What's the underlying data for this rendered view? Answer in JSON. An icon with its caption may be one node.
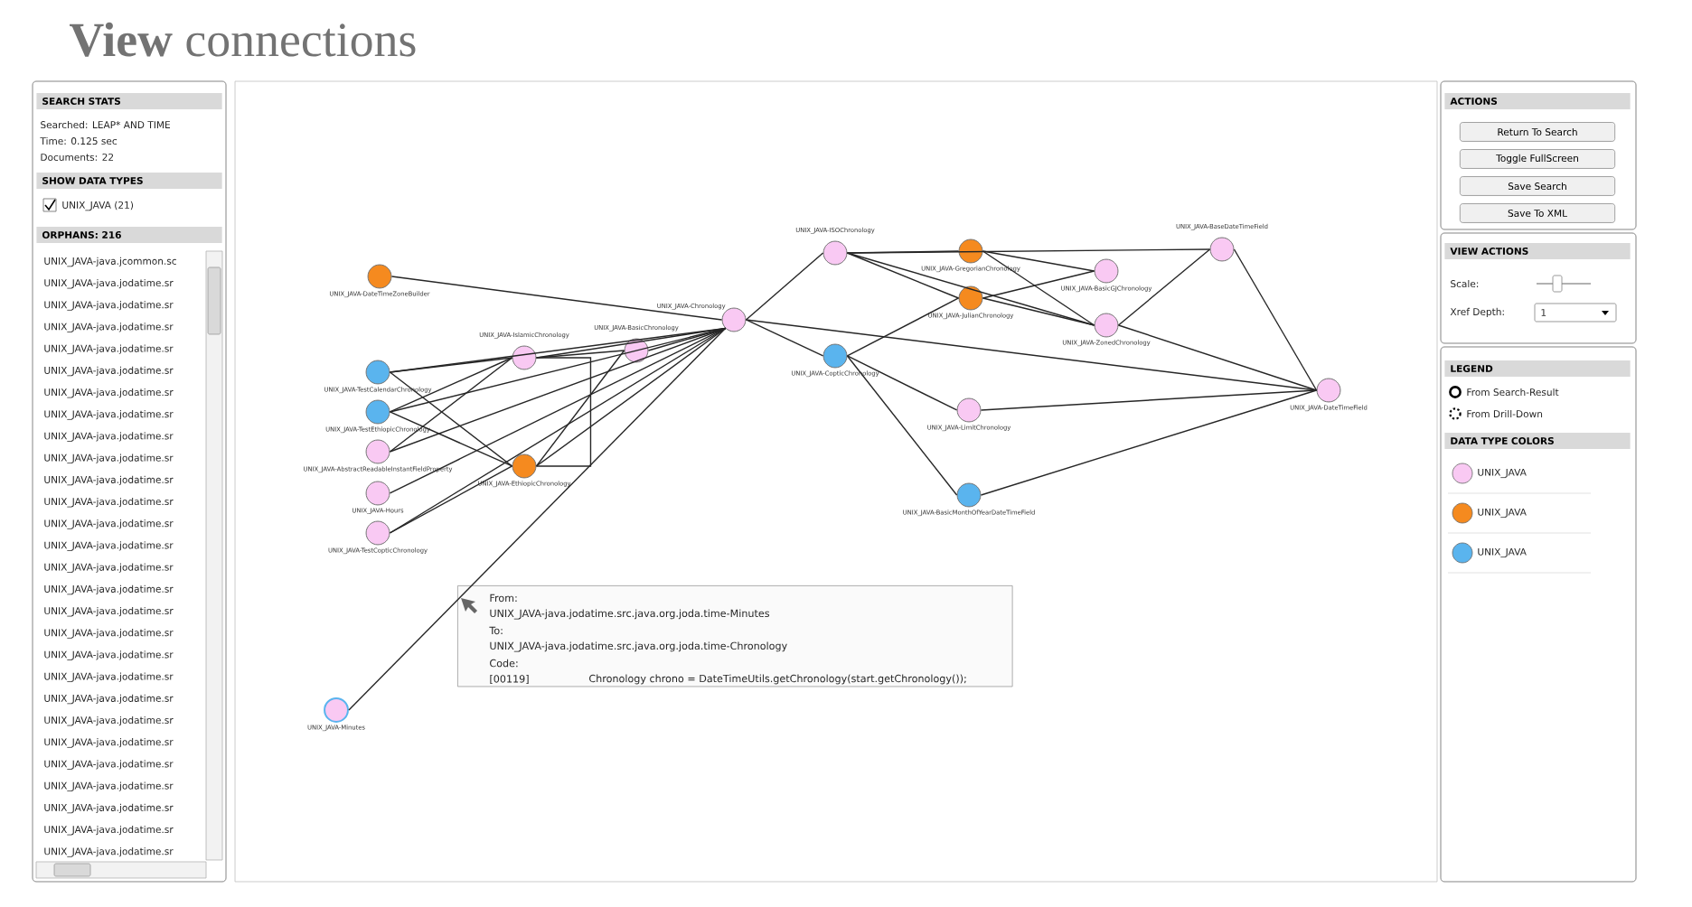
{
  "diagram": {
    "title": "**View** connections",
    "nodes": [
      {
        "text": [
          "UNIX_JAVA-DateTimeZoneBuilder"
        ]
      },
      {
        "text": [
          "UNIX_JAVA-TestCalendarChronology"
        ]
      },
      {
        "text": [
          "UNIX_JAVA-TestEthiopicChronology"
        ]
      },
      {
        "text": [
          "UNIX_JAVA-AbstractReadableInstantFieldProperty"
        ]
      },
      {
        "text": [
          "UNIX_JAVA-Hours"
        ]
      },
      {
        "text": [
          "UNIX_JAVA-TestCopticChronology"
        ]
      },
      {
        "text": [
          "UNIX_JAVA-IslamicChronology"
        ]
      },
      {
        "text": [
          "UNIX_JAVA-BasicChronology"
        ]
      },
      {
        "text": [
          "UNIX_JAVA-EthiopicChronology"
        ]
      },
      {
        "text": [
          "UNIX_JAVA-Chronology"
        ]
      },
      {
        "text": [
          "UNIX_JAVA-ISOChronology"
        ]
      },
      {
        "text": [
          "UNIX_JAVA-GregorianChronology"
        ]
      },
      {
        "text": [
          "UNIX_JAVA-JulianChronology"
        ]
      },
      {
        "text": [
          "UNIX_JAVA-BasicGJChronology"
        ]
      },
      {
        "text": [
          "UNIX_JAVA-ZonedChronology"
        ]
      },
      {
        "text": [
          "UNIX_JAVA-BaseDateTimeField"
        ]
      },
      {
        "text": [
          "UNIX_JAVA-CopticChronology"
        ]
      },
      {
        "text": [
          "UNIX_JAVA-LimitChronology"
        ]
      },
      {
        "text": [
          "UNIX_JAVA-BasicMonthOfYearDateTimeField"
        ]
      },
      {
        "text": [
          "UNIX_JAVA-DateTimeField"
        ]
      },
      {
        "text": [
          "UNIX_JAVA-Minutes"
        ]
      },
      {
        "text": [
          "From:",
          "UNIX_JAVA-java.jodatime.src.java.org.joda.time-Minutes",
          "To:",
          "UNIX_JAVA-java.jodatime.src.java.org.joda.time-Chronology",
          "Code:",
          "[00119]",
          "Chronology chrono = DateTimeUtils.getChronology(start.getChronology());"
        ]
      },
      {
        "text": [
          "Return To Search"
        ]
      },
      {
        "text": [
          "Toggle FullScreen"
        ]
      },
      {
        "text": [
          "Save Search"
        ]
      },
      {
        "text": [
          "Save To XML"
        ]
      }
    ],
    "edges": [
      {
        "from": 0,
        "to": 9,
        "arrow": "none"
      },
      {
        "from": 1,
        "to": 6,
        "arrow": "none"
      },
      {
        "from": 1,
        "to": 8,
        "arrow": "none"
      },
      {
        "from": 1,
        "to": 9,
        "arrow": "none"
      },
      {
        "from": 2,
        "to": 6,
        "arrow": "none"
      },
      {
        "from": 2,
        "to": 8,
        "arrow": "none"
      },
      {
        "from": 2,
        "to": 9,
        "arrow": "none"
      },
      {
        "from": 3,
        "to": 6,
        "arrow": "none"
      },
      {
        "from": 3,
        "to": 9,
        "arrow": "none"
      },
      {
        "from": 4,
        "to": 9,
        "arrow": "none"
      },
      {
        "from": 5,
        "to": 8,
        "arrow": "none"
      },
      {
        "from": 5,
        "to": 9,
        "arrow": "none"
      },
      {
        "from": 6,
        "to": 7,
        "arrow": "none"
      },
      {
        "from": 6,
        "to": 8,
        "arrow": "none"
      },
      {
        "from": 6,
        "to": 9,
        "arrow": "none"
      },
      {
        "from": 7,
        "to": 9,
        "arrow": "none"
      },
      {
        "from": 8,
        "to": 7,
        "arrow": "none"
      },
      {
        "from": 8,
        "to": 9,
        "arrow": "none"
      },
      {
        "from": 20,
        "to": 9,
        "arrow": "none"
      },
      {
        "from": 9,
        "to": 10,
        "arrow": "none"
      },
      {
        "from": 9,
        "to": 16,
        "arrow": "none"
      },
      {
        "from": 9,
        "to": 19,
        "arrow": "none"
      },
      {
        "from": 10,
        "to": 11,
        "arrow": "none"
      },
      {
        "from": 10,
        "to": 12,
        "arrow": "none"
      },
      {
        "from": 10,
        "to": 14,
        "arrow": "none"
      },
      {
        "from": 10,
        "to": 15,
        "arrow": "none"
      },
      {
        "from": 11,
        "to": 13,
        "arrow": "none"
      },
      {
        "from": 11,
        "to": 14,
        "arrow": "none"
      },
      {
        "from": 12,
        "to": 13,
        "arrow": "none"
      },
      {
        "from": 12,
        "to": 14,
        "arrow": "none"
      },
      {
        "from": 14,
        "to": 15,
        "arrow": "none"
      },
      {
        "from": 15,
        "to": 19,
        "arrow": "none"
      },
      {
        "from": 14,
        "to": 19,
        "arrow": "none"
      },
      {
        "from": 16,
        "to": 17,
        "arrow": "none"
      },
      {
        "from": 16,
        "to": 18,
        "arrow": "none"
      },
      {
        "from": 16,
        "to": 12,
        "arrow": "none"
      },
      {
        "from": 17,
        "to": 19,
        "arrow": "none"
      },
      {
        "from": 18,
        "to": 19,
        "arrow": "none"
      }
    ],
    "labels": [
      "SEARCH STATS",
      "Searched: LEAP* AND TIME",
      "Time: 0.125 sec",
      "Documents: 22",
      "SHOW DATA TYPES",
      "UNIX_JAVA (21)",
      "ORPHANS: 216",
      "UNIX_JAVA-java.jcommon.sc",
      "UNIX_JAVA-java.jodatime.sr",
      "UNIX_JAVA-java.jodatime.sr",
      "UNIX_JAVA-java.jodatime.sr",
      "UNIX_JAVA-java.jodatime.sr",
      "UNIX_JAVA-java.jodatime.sr",
      "UNIX_JAVA-java.jodatime.sr",
      "UNIX_JAVA-java.jodatime.sr",
      "UNIX_JAVA-java.jodatime.sr",
      "UNIX_JAVA-java.jodatime.sr",
      "UNIX_JAVA-java.jodatime.sr",
      "UNIX_JAVA-java.jodatime.sr",
      "UNIX_JAVA-java.jodatime.sr",
      "UNIX_JAVA-java.jodatime.sr",
      "UNIX_JAVA-java.jodatime.sr",
      "UNIX_JAVA-java.jodatime.sr",
      "UNIX_JAVA-java.jodatime.sr",
      "UNIX_JAVA-java.jodatime.sr",
      "UNIX_JAVA-java.jodatime.sr",
      "UNIX_JAVA-java.jodatime.sr",
      "UNIX_JAVA-java.jodatime.sr",
      "UNIX_JAVA-java.jodatime.sr",
      "UNIX_JAVA-java.jodatime.sr",
      "UNIX_JAVA-java.jodatime.sr",
      "UNIX_JAVA-java.jodatime.sr",
      "UNIX_JAVA-java.jodatime.sr",
      "UNIX_JAVA-java.jodatime.sr",
      "UNIX_JAVA-java.jodatime.sr",
      "ACTIONS",
      "VIEW ACTIONS",
      "Scale:",
      "Xref Depth:",
      "1",
      "LEGEND",
      "DATA TYPE COLORS"
    ],
    "legend": [
      {
        "text": "From Search-Result"
      },
      {
        "text": "From Drill-Down"
      },
      {
        "text": "UNIX_JAVA",
        "color": "#f9c9f3"
      },
      {
        "text": "UNIX_JAVA",
        "color": "#f58a1f"
      },
      {
        "text": "UNIX_JAVA",
        "color": "#5ab4ee"
      }
    ]
  }
}
